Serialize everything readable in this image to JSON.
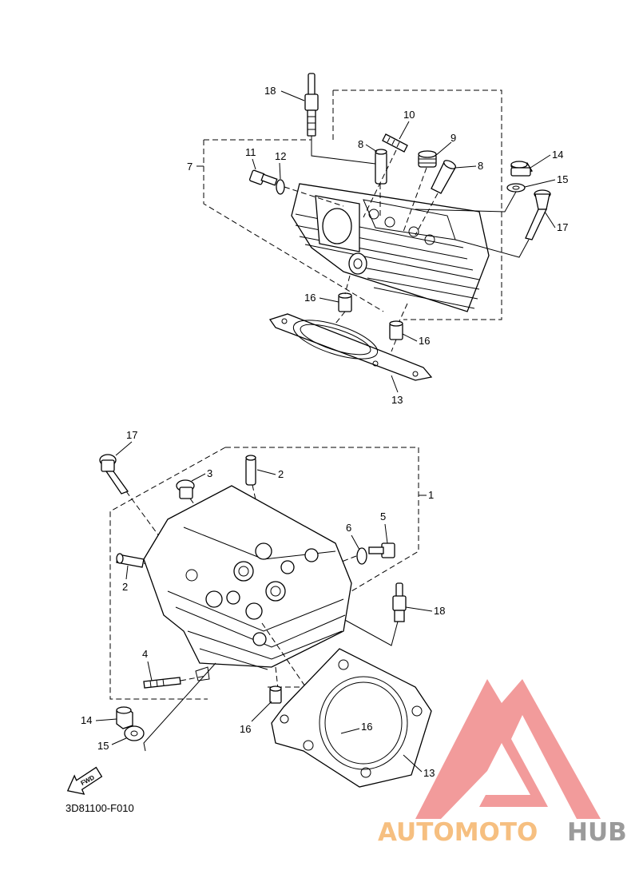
{
  "diagram": {
    "drawing_code": "3D81100-F010",
    "fwd_label": "FWD",
    "watermark": {
      "text_orange": "AUTOMOTO",
      "text_gray": "HUB",
      "colors": {
        "triangle": "#f08a8a",
        "orange": "#f5b56a",
        "gray": "#8a8a8a"
      }
    },
    "top_group_labels": [
      {
        "id": "lbl-18-top",
        "text": "18"
      },
      {
        "id": "lbl-10",
        "text": "10"
      },
      {
        "id": "lbl-8-a",
        "text": "8"
      },
      {
        "id": "lbl-9",
        "text": "9"
      },
      {
        "id": "lbl-8-b",
        "text": "8"
      },
      {
        "id": "lbl-7",
        "text": "7"
      },
      {
        "id": "lbl-11",
        "text": "11"
      },
      {
        "id": "lbl-12",
        "text": "12"
      },
      {
        "id": "lbl-14-top",
        "text": "14"
      },
      {
        "id": "lbl-15-top",
        "text": "15"
      },
      {
        "id": "lbl-17-top",
        "text": "17"
      },
      {
        "id": "lbl-16-top-a",
        "text": "16"
      },
      {
        "id": "lbl-16-top-b",
        "text": "16"
      },
      {
        "id": "lbl-13-top",
        "text": "13"
      }
    ],
    "bottom_group_labels": [
      {
        "id": "lbl-17-bot",
        "text": "17"
      },
      {
        "id": "lbl-3",
        "text": "3"
      },
      {
        "id": "lbl-2-a",
        "text": "2"
      },
      {
        "id": "lbl-1",
        "text": "1"
      },
      {
        "id": "lbl-6",
        "text": "6"
      },
      {
        "id": "lbl-5",
        "text": "5"
      },
      {
        "id": "lbl-2-b",
        "text": "2"
      },
      {
        "id": "lbl-18-bot",
        "text": "18"
      },
      {
        "id": "lbl-4",
        "text": "4"
      },
      {
        "id": "lbl-14-bot",
        "text": "14"
      },
      {
        "id": "lbl-15-bot",
        "text": "15"
      },
      {
        "id": "lbl-16-bot-a",
        "text": "16"
      },
      {
        "id": "lbl-16-bot-b",
        "text": "16"
      },
      {
        "id": "lbl-13-bot",
        "text": "13"
      }
    ]
  }
}
